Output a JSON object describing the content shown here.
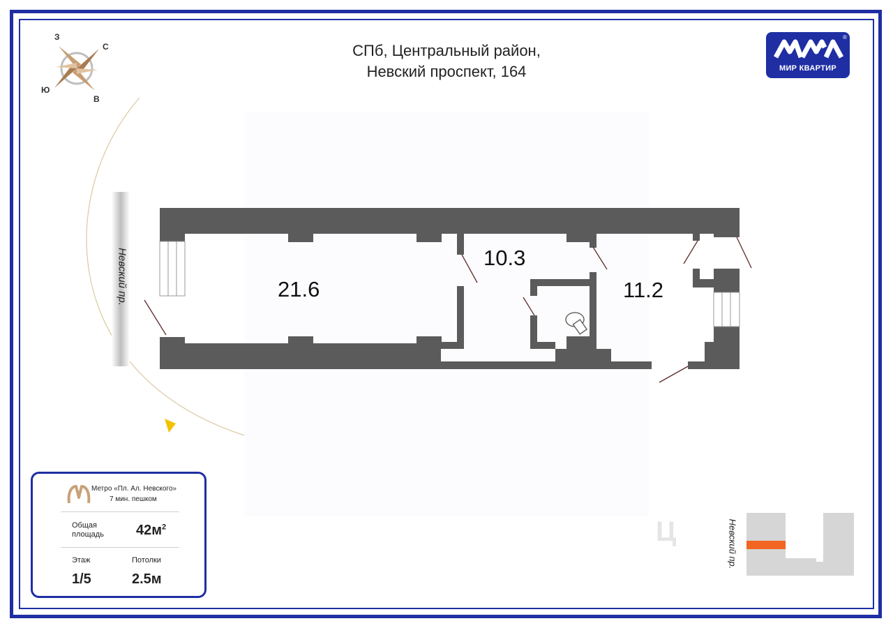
{
  "address": {
    "line1": "СПб, Центральный район,",
    "line2": "Невский проспект, 164"
  },
  "logo": {
    "text": "МИР КВАРТИР",
    "mark": "®"
  },
  "compass": {
    "n": "С",
    "s": "Ю",
    "e": "В",
    "w": "З"
  },
  "streets": {
    "left": "Невский пр.",
    "right": "Невский пр."
  },
  "rooms": [
    {
      "area": "21.6"
    },
    {
      "area": "10.3"
    },
    {
      "area": "11.2"
    }
  ],
  "card": {
    "metro_line1": "Метро «Пл. Ал. Невского»",
    "metro_line2": "7 мин. пешком",
    "total_label_1": "Общая",
    "total_label_2": "площадь",
    "total_value": "42м",
    "total_sup": "2",
    "floor_label": "Этаж",
    "floor_value": "1/5",
    "ceiling_label": "Потолки",
    "ceiling_value": "2.5м"
  },
  "colors": {
    "frame": "#1f2ea3",
    "wall": "#5b5b5b",
    "sun": "#f2c200",
    "highlight": "#f26522",
    "metro": "#c8a27a"
  },
  "icons": [
    "compass-rose-icon",
    "moon-icon",
    "sun-icon",
    "toilet-icon",
    "metro-icon",
    "arrow-icon"
  ]
}
